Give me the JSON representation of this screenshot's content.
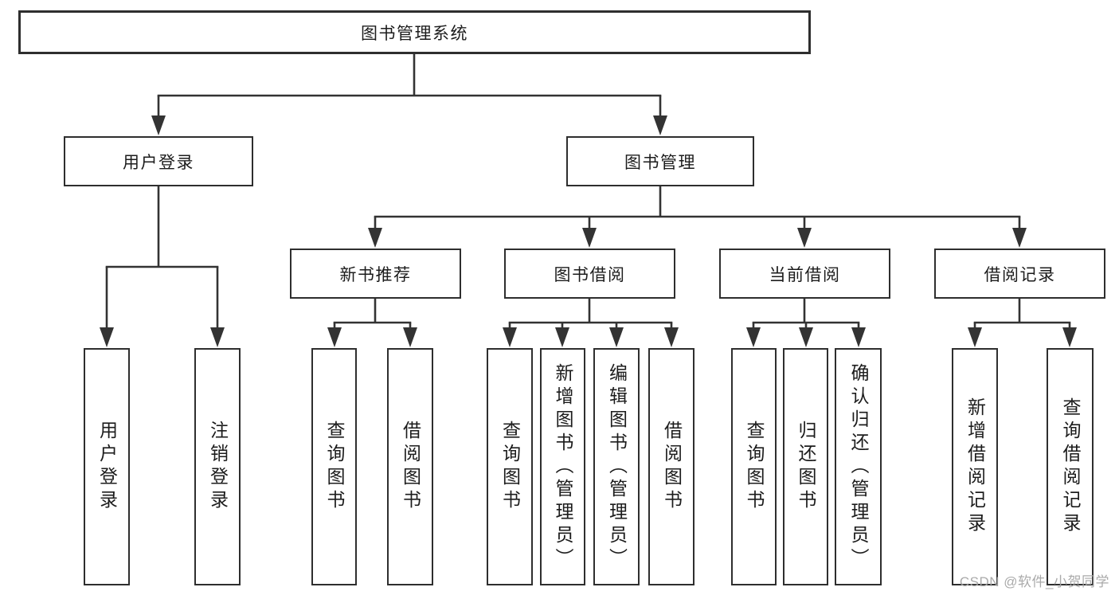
{
  "diagram_type": "hierarchy-tree",
  "tree": {
    "label": "图书管理系统",
    "children": [
      {
        "label": "用户登录",
        "children": [
          {
            "label": "用户登录"
          },
          {
            "label": "注销登录"
          }
        ]
      },
      {
        "label": "图书管理",
        "children": [
          {
            "label": "新书推荐",
            "children": [
              {
                "label": "查询图书"
              },
              {
                "label": "借阅图书"
              }
            ]
          },
          {
            "label": "图书借阅",
            "children": [
              {
                "label": "查询图书"
              },
              {
                "label": "新增图书（管理员）"
              },
              {
                "label": "编辑图书（管理员）"
              },
              {
                "label": "借阅图书"
              }
            ]
          },
          {
            "label": "当前借阅",
            "children": [
              {
                "label": "查询图书"
              },
              {
                "label": "归还图书"
              },
              {
                "label": "确认归还（管理员）"
              }
            ]
          },
          {
            "label": "借阅记录",
            "children": [
              {
                "label": "新增借阅记录"
              },
              {
                "label": "查询借阅记录"
              }
            ]
          }
        ]
      }
    ]
  },
  "watermark": {
    "text": "CSDN @软件_小贺同学"
  },
  "colors": {
    "background": "#ffffff",
    "box_border": "#2e2e2e",
    "line": "#333333",
    "text": "#1c1c1c",
    "watermark": "#a5a5a5"
  }
}
